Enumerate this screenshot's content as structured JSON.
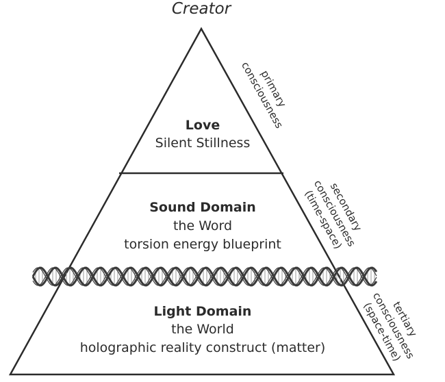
{
  "title": "Creator",
  "levels": [
    {
      "name": "Love",
      "lines": [
        "Silent Stillness"
      ]
    },
    {
      "name": "Sound Domain",
      "lines": [
        "the Word",
        "torsion energy blueprint"
      ]
    },
    {
      "name": "Light Domain",
      "lines": [
        "the World",
        "holographic reality construct (matter)"
      ]
    }
  ],
  "side_labels": [
    {
      "lines": [
        "primary",
        "consciousness"
      ]
    },
    {
      "lines": [
        "secondary",
        "consciousness",
        "(time-space)"
      ]
    },
    {
      "lines": [
        "tertiary",
        "consciousness",
        "(space-time)"
      ]
    }
  ],
  "colors": {
    "line": "#2b2b2b",
    "helix": "#3a3a3a",
    "rung": "#9a9a9a"
  }
}
